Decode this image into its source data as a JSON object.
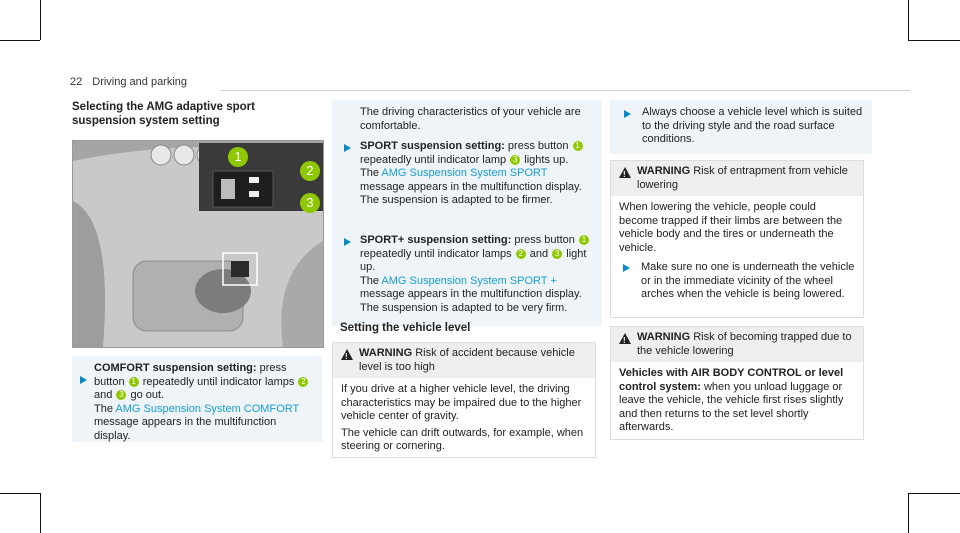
{
  "header": {
    "page_number": "22",
    "section": "Driving and parking"
  },
  "left": {
    "title": "Selecting the AMG adaptive sport suspension system setting",
    "comfort": {
      "label": "COMFORT suspension setting:",
      "t1": "press button",
      "t2": "repeatedly until indicator lamps",
      "t3": "and",
      "t4": "go out.",
      "the": "The",
      "msg": "AMG Suspension System COMFORT",
      "t5": "message appears in the multifunction display."
    }
  },
  "mid": {
    "intro": "The driving characteristics of your vehicle are comfortable.",
    "sport": {
      "label": "SPORT suspension setting:",
      "t1": "press button",
      "t2": "repeatedly until indicator lamp",
      "t3": "lights up.",
      "the": "The",
      "msg": "AMG Suspension System SPORT",
      "t4": "message appears in the multifunction display.",
      "t5": "The suspension is adapted to be firmer."
    },
    "sportplus": {
      "label": "SPORT+ suspension setting:",
      "t1": "press button",
      "t2": "repeatedly until indicator lamps",
      "t3": "and",
      "t4": "light up.",
      "the": "The",
      "msg": "AMG Suspension System SPORT +",
      "t5": "message appears in the multifunction display.",
      "t6": "The suspension is adapted to be very firm."
    },
    "level_heading": "Setting the vehicle level",
    "warning1": {
      "label": "WARNING",
      "risk": "Risk of accident because vehicle level is too high",
      "p1": "If you drive at a higher vehicle level, the driving characteristics may be impaired due to the higher vehicle center of gravity.",
      "p2": "The vehicle can drift outwards, for example, when steering or cornering."
    }
  },
  "right": {
    "always": "Always choose a vehicle level which is suited to the driving style and the road surface conditions.",
    "warning2": {
      "label": "WARNING",
      "risk": "Risk of entrapment from vehicle lowering",
      "p1": "When lowering the vehicle, people could become trapped if their limbs are between the vehicle body and the tires or underneath the vehicle.",
      "p2": "Make sure no one is underneath the vehicle or in the immediate vicinity of the wheel arches when the vehicle is being lowered."
    },
    "warning3": {
      "label": "WARNING",
      "risk": "Risk of becoming trapped due to the vehicle lowering",
      "lead": "Vehicles with AIR BODY CONTROL or level control system:",
      "p1": "when you unload luggage or leave the vehicle, the vehicle first rises slightly and then returns to the set level shortly afterwards."
    }
  },
  "callouts": [
    "1",
    "2",
    "3"
  ],
  "colors": {
    "accent": "#1a9dd9",
    "marker": "#8fc800",
    "box": "#eef4f7"
  }
}
